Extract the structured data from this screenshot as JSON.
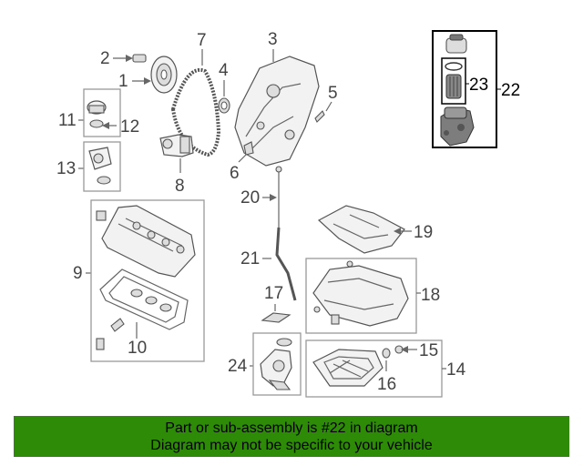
{
  "callouts": {
    "c1": "1",
    "c2": "2",
    "c3": "3",
    "c4": "4",
    "c5": "5",
    "c6": "6",
    "c7": "7",
    "c8": "8",
    "c9": "9",
    "c10": "10",
    "c11": "11",
    "c12": "12",
    "c13": "13",
    "c14": "14",
    "c15": "15",
    "c16": "16",
    "c17": "17",
    "c18": "18",
    "c19": "19",
    "c20": "20",
    "c21": "21",
    "c22": "22",
    "c23": "23",
    "c24": "24"
  },
  "footer": {
    "line1": "Part or sub-assembly is #22 in diagram",
    "line2": "Diagram may not be specific to your vehicle"
  },
  "colors": {
    "footer_bg": "#2e8b08",
    "highlight_box": "#000000"
  }
}
